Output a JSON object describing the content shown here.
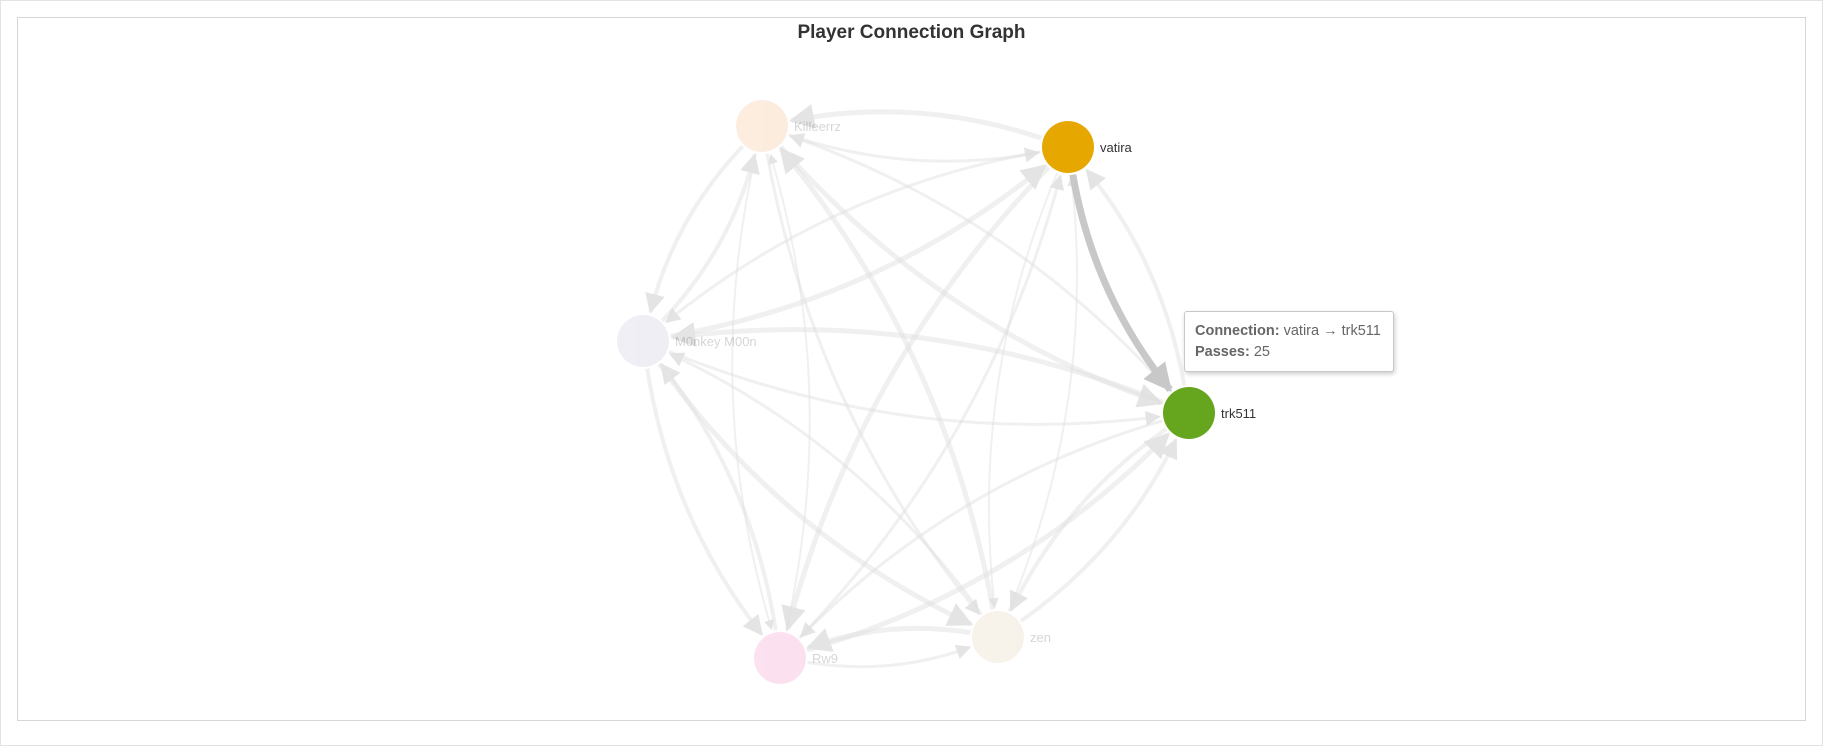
{
  "title": "Player Connection Graph",
  "nodes": [
    {
      "id": "Killeerrz",
      "label": "Killeerrz",
      "color": "#f4a460",
      "faded": true
    },
    {
      "id": "vatira",
      "label": "vatira",
      "color": "#e6a800",
      "faded": false
    },
    {
      "id": "M0nkey M00n",
      "label": "M0nkey M00n",
      "color": "#b3aed0",
      "faded": true
    },
    {
      "id": "trk511",
      "label": "trk511",
      "color": "#66a61e",
      "faded": false
    },
    {
      "id": "Rw9",
      "label": "Rw9",
      "color": "#f06cb4",
      "faded": true
    },
    {
      "id": "zen",
      "label": "zen",
      "color": "#d6c39c",
      "faded": true
    }
  ],
  "highlighted_edge": {
    "source": "vatira",
    "target": "trk511",
    "passes": 25
  },
  "tooltip": {
    "connection_label": "Connection:",
    "connection_value": "vatira → trk511",
    "passes_label": "Passes:",
    "passes_value": "25"
  },
  "colors": {
    "edge_faded": "#dddddd",
    "edge_highlight": "#c8c8c8",
    "label_text": "#333333"
  }
}
